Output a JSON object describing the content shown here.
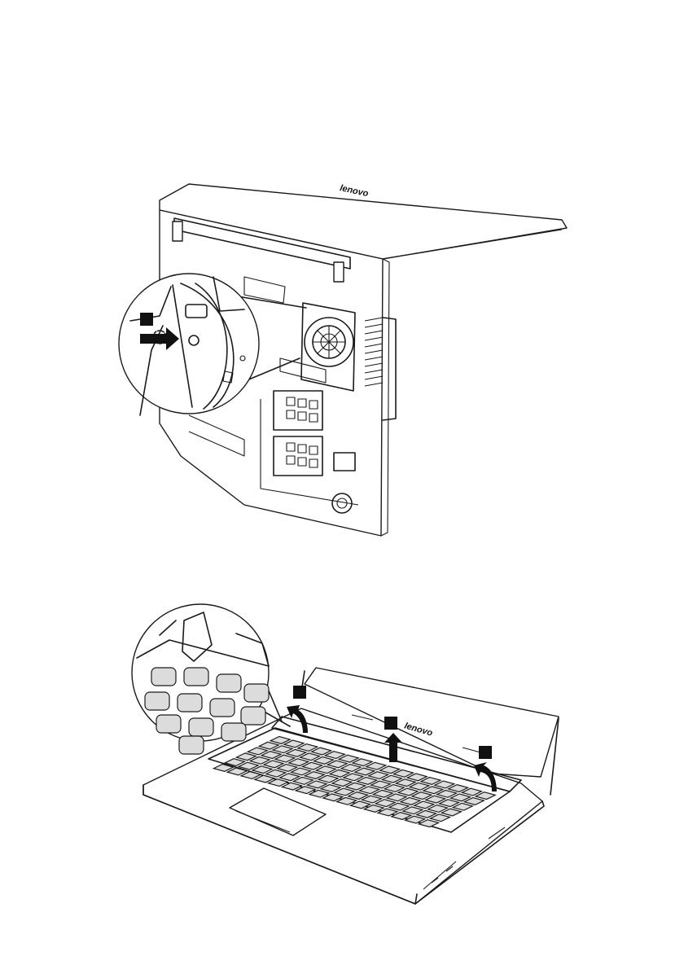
{
  "illustration_1": {
    "subject": "laptop-bottom-view",
    "brand_mark": "lenovo",
    "step_markers": 1,
    "arrow_direction": "right"
  },
  "illustration_2": {
    "subject": "laptop-keyboard-removal",
    "brand_mark": "lenovo",
    "step_markers": 3,
    "arrow_direction": "up"
  },
  "colors": {
    "line": "#1a1a1a",
    "key_fill": "#dcdcdc",
    "marker_fill": "#111111",
    "background": "#ffffff"
  }
}
